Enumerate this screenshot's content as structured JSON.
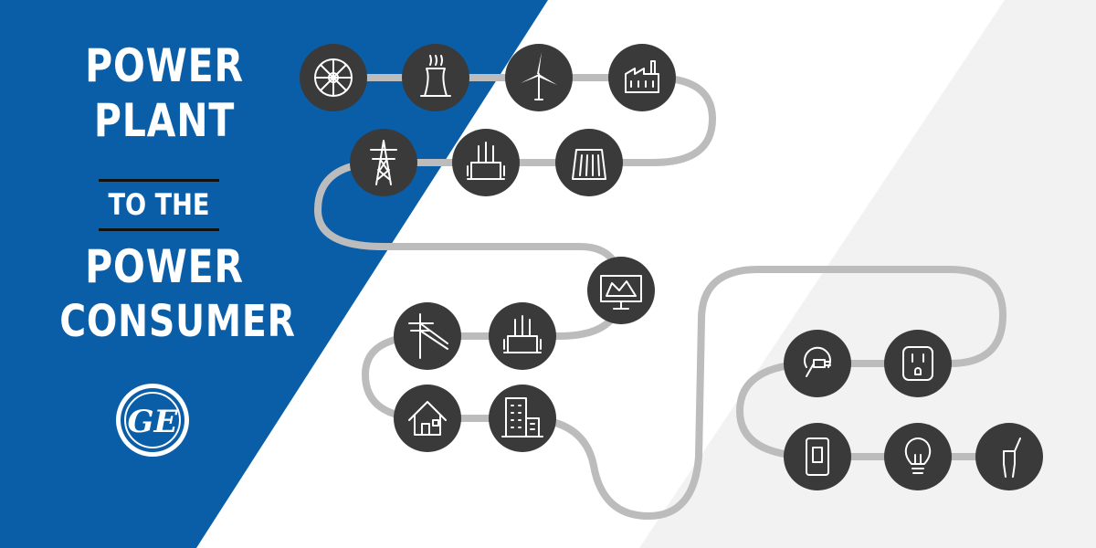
{
  "title": {
    "line1": "POWER",
    "line2": "PLANT",
    "connector": "TO THE",
    "line3": "POWER",
    "line4": "CONSUMER"
  },
  "logo": {
    "text": "GE"
  },
  "colors": {
    "blue": "#0a5ea8",
    "node": "#3a3a3a",
    "path": "#bcbcbc",
    "light_bg": "#f2f2f2"
  },
  "nodes": [
    "turbine-icon",
    "cooling-tower-icon",
    "wind-turbine-icon",
    "factory-icon",
    "transmission-tower-icon",
    "transformer-icon",
    "dam-icon",
    "control-center-icon",
    "transformer-icon",
    "distribution-pole-icon",
    "house-icon",
    "buildings-icon",
    "plug-icon",
    "outlet-icon",
    "light-switch-icon",
    "light-bulb-icon",
    "person-icon"
  ]
}
